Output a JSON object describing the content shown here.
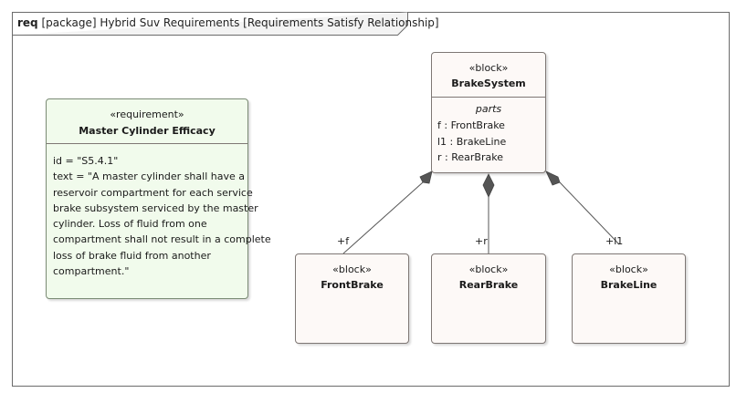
{
  "frame": {
    "kind": "req",
    "title": "[package] Hybrid Suv Requirements [Requirements Satisfy Relationship]"
  },
  "requirement": {
    "stereotype": "«requirement»",
    "name": "Master Cylinder Efficacy",
    "lines": [
      "id = \"S5.4.1\"",
      "text = \"A master cylinder shall have a",
      "reservoir compartment for each service",
      "brake subsystem serviced by the master",
      "cylinder. Loss of fluid from one",
      "compartment shall not result in a complete",
      "loss of brake fluid from another",
      "compartment.\""
    ],
    "fill": "#f1fbec"
  },
  "brake_system": {
    "stereotype": "«block»",
    "name": "BrakeSystem",
    "parts_label": "parts",
    "parts": [
      "f : FrontBrake",
      "l1 : BrakeLine",
      "r : RearBrake"
    ],
    "fill": "#fdf9f7"
  },
  "front_brake": {
    "stereotype": "«block»",
    "name": "FrontBrake"
  },
  "rear_brake": {
    "stereotype": "«block»",
    "name": "RearBrake"
  },
  "brake_line": {
    "stereotype": "«block»",
    "name": "BrakeLine"
  },
  "roles": {
    "front": "+f",
    "rear": "+r",
    "line": "+l1"
  }
}
